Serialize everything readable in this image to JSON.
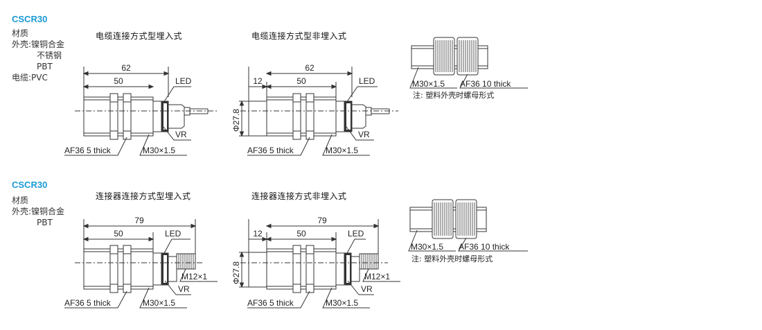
{
  "sections": [
    {
      "model": "CSCR30",
      "materials": [
        "材质",
        "外壳:镍铜合金",
        "不锈钢",
        "PBT",
        "电缆:PVC"
      ],
      "views": [
        {
          "title": "电缆连接方式型埋入式",
          "dims": {
            "overall": "62",
            "thread": "50"
          },
          "labels": {
            "led": "LED",
            "vr": "VR",
            "af": "AF36 5 thick",
            "thread": "M30×1.5"
          }
        },
        {
          "title": "电缆连接方式型非埋入式",
          "dims": {
            "overall": "62",
            "thread": "50",
            "lead": "12",
            "dia": "Φ27.8"
          },
          "labels": {
            "led": "LED",
            "vr": "VR",
            "af": "AF36 5 thick",
            "thread": "M30×1.5"
          }
        }
      ],
      "side": {
        "thread": "M30×1.5",
        "af": "AF36 10 thick",
        "note": "注: 塑料外壳时螺母形式"
      }
    },
    {
      "model": "CSCR30",
      "materials": [
        "材质",
        "外壳:镍铜合金",
        "PBT"
      ],
      "views": [
        {
          "title": "连接器连接方式型埋入式",
          "dims": {
            "overall": "79",
            "thread": "50"
          },
          "labels": {
            "led": "LED",
            "vr": "VR",
            "m12": "M12×1",
            "af": "AF36 5 thick",
            "thread": "M30×1.5"
          }
        },
        {
          "title": "连接器连接方式非埋入式",
          "dims": {
            "overall": "79",
            "thread": "50",
            "lead": "12",
            "dia": "Φ27.8"
          },
          "labels": {
            "led": "LED",
            "vr": "VR",
            "m12": "M12×1",
            "af": "AF36 5 thick",
            "thread": "M30×1.5"
          }
        }
      ],
      "side": {
        "thread": "M30×1.5",
        "af": "AF36 10 thick",
        "note": "注: 塑料外壳时螺母形式"
      }
    }
  ]
}
